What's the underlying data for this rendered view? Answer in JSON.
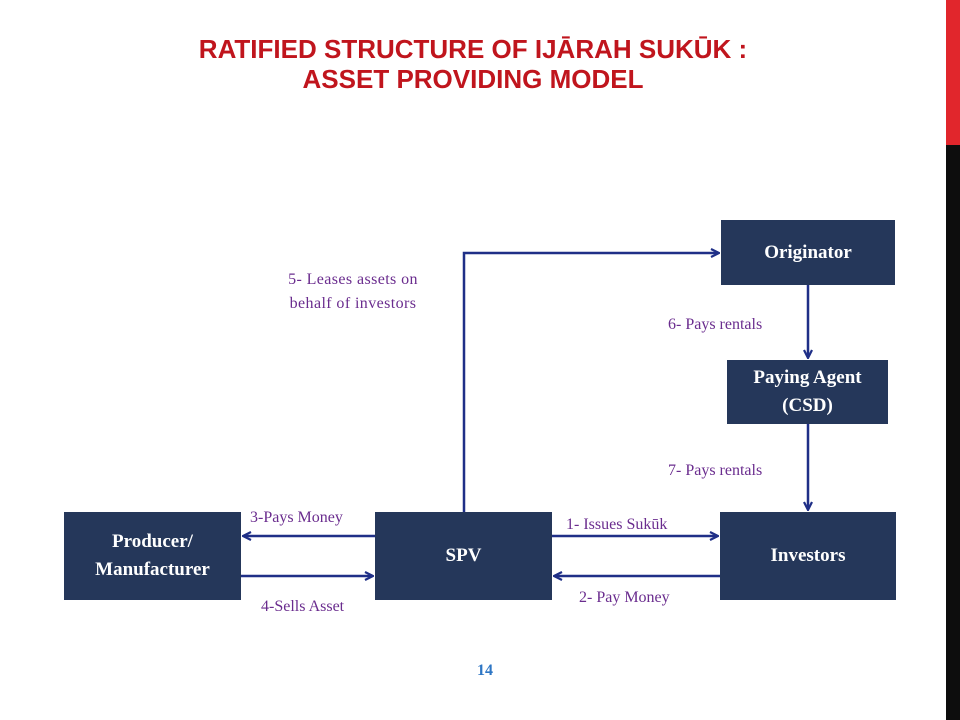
{
  "title": {
    "line1": "RATIFIED STRUCTURE OF IJĀRAH SUKŪK :",
    "line2": "ASSET PROVIDING MODEL"
  },
  "nodes": {
    "originator": "Originator",
    "paying_agent": {
      "line1": "Paying Agent",
      "line2": "(CSD)"
    },
    "producer": {
      "line1": "Producer/",
      "line2": "Manufacturer"
    },
    "spv": "SPV",
    "investors": "Investors"
  },
  "flows": {
    "step1": "1- Issues Sukūk",
    "step2": "2- Pay Money",
    "step3": "3-Pays Money",
    "step4": "4-Sells Asset",
    "step5": {
      "line1": "5- Leases assets on",
      "line2": "behalf of investors"
    },
    "step6": "6- Pays rentals",
    "step7": "7- Pays rentals"
  },
  "page_number": "14",
  "colors": {
    "title": "#c0151d",
    "box_fill": "#25375a",
    "box_text": "#ffffff",
    "arrow": "#1f2f87",
    "label": "#6a2c8e",
    "page_number": "#2e76c4",
    "accent_bar_top": "#e1262c",
    "accent_bar_bottom": "#0d0d0d"
  }
}
